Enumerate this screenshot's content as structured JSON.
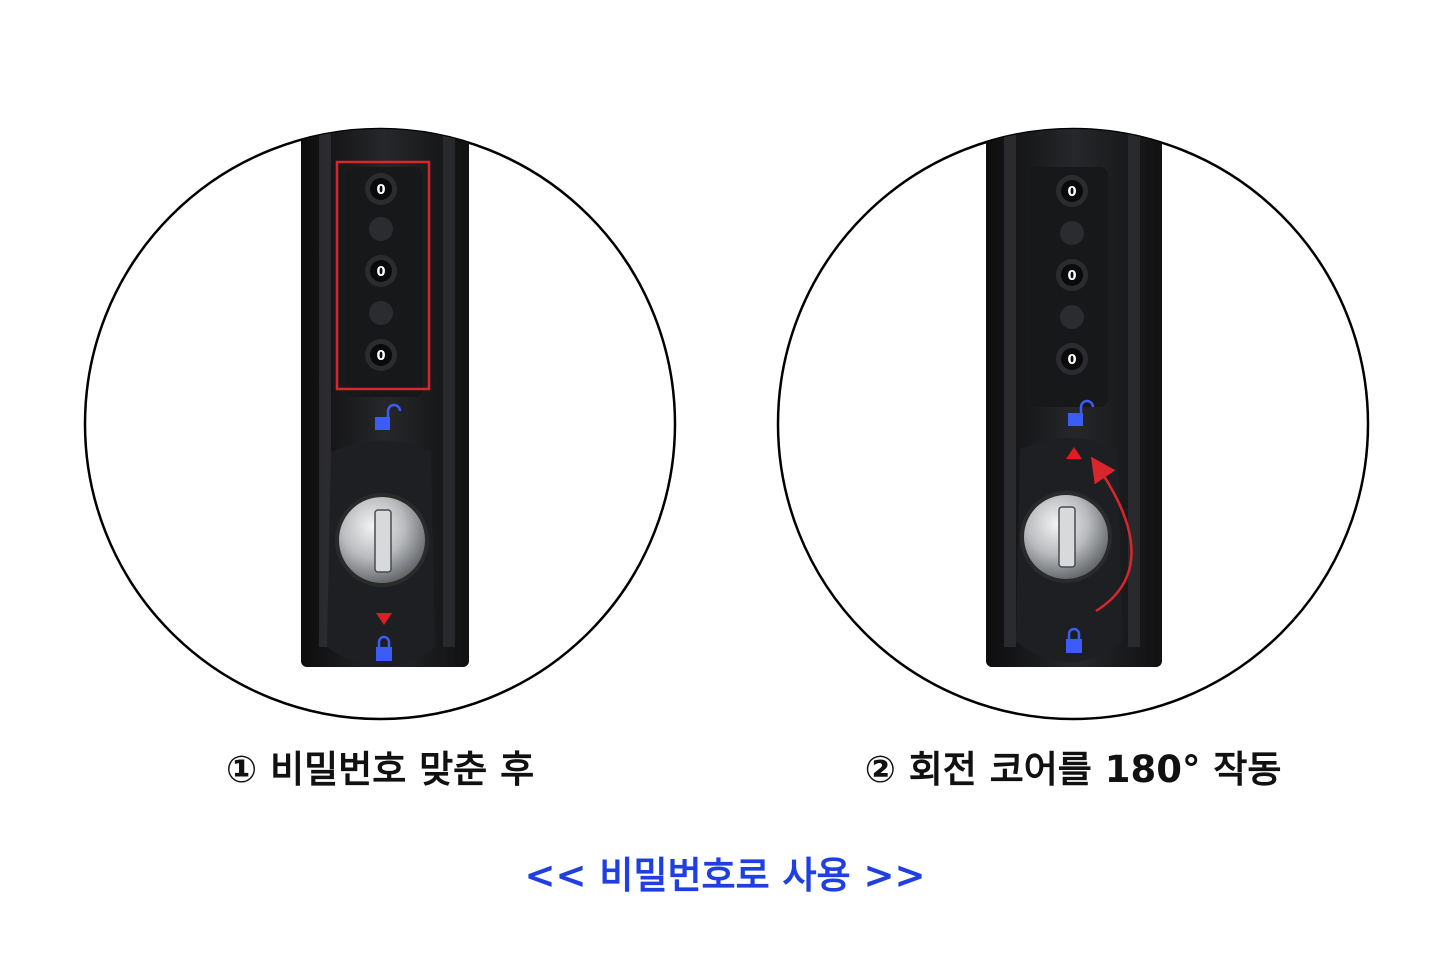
{
  "steps": [
    {
      "caption": "① 비밀번호 맞춘 후",
      "dial_digits": [
        "0",
        "0",
        "0"
      ]
    },
    {
      "caption": "② 회전 코어를 180° 작동",
      "dial_digits": [
        "0",
        "0",
        "0"
      ]
    }
  ],
  "footer_title": "<< 비밀번호로 사용 >>",
  "colors": {
    "highlight": "#d9262c",
    "icon_blue": "#3b5cf5",
    "footer_text": "#1f3fe0",
    "lock_body": "#1b1c1e"
  },
  "icons": [
    "unlocked-padlock-icon",
    "locked-padlock-icon",
    "red-triangle-marker",
    "rotation-arrow-icon"
  ]
}
